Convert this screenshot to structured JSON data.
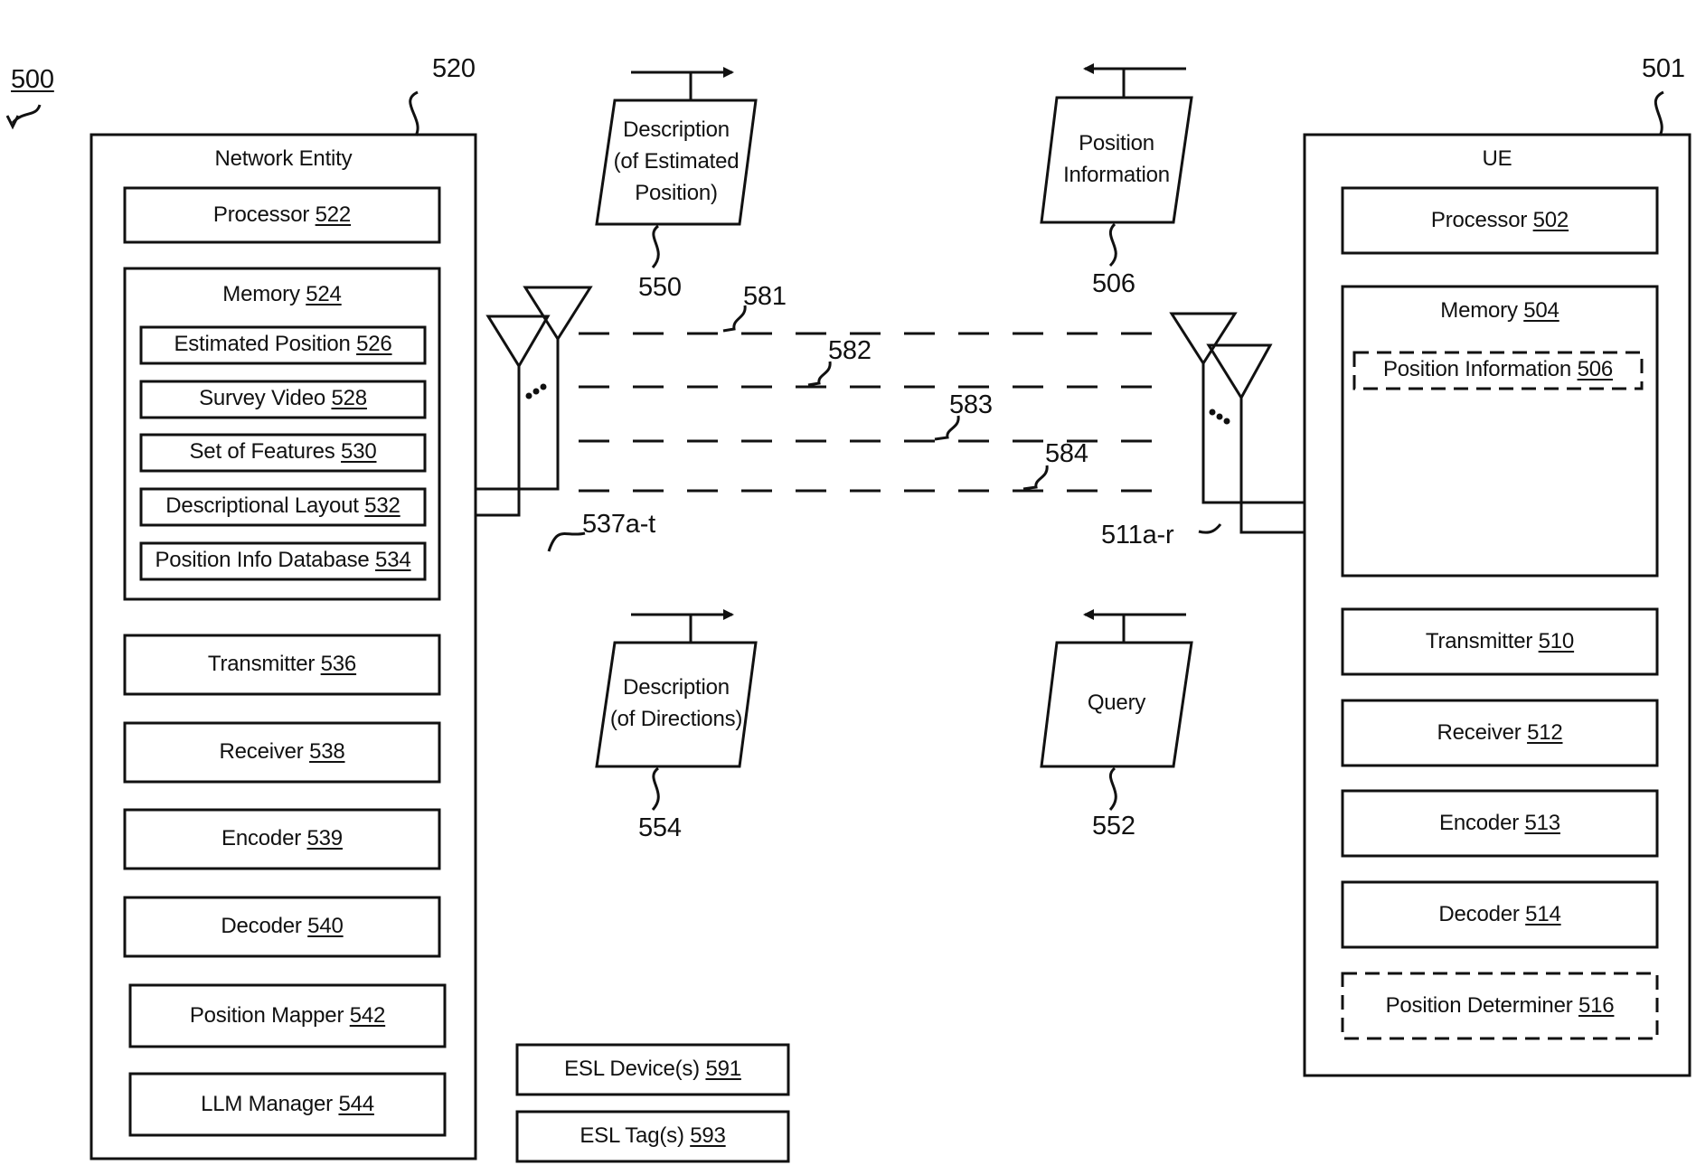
{
  "figure": {
    "ref": "500"
  },
  "network_entity": {
    "ref": "520",
    "title": "Network Entity",
    "processor": {
      "label": "Processor",
      "ref": "522"
    },
    "memory": {
      "label": "Memory",
      "ref": "524",
      "items": [
        {
          "label": "Estimated Position",
          "ref": "526"
        },
        {
          "label": "Survey Video",
          "ref": "528"
        },
        {
          "label": "Set of Features",
          "ref": "530"
        },
        {
          "label": "Descriptional Layout",
          "ref": "532"
        },
        {
          "label": "Position Info Database",
          "ref": "534"
        }
      ]
    },
    "transmitter": {
      "label": "Transmitter",
      "ref": "536"
    },
    "receiver": {
      "label": "Receiver",
      "ref": "538"
    },
    "encoder": {
      "label": "Encoder",
      "ref": "539"
    },
    "decoder": {
      "label": "Decoder",
      "ref": "540"
    },
    "position_mapper": {
      "label": "Position Mapper",
      "ref": "542"
    },
    "llm_manager": {
      "label": "LLM Manager",
      "ref": "544"
    },
    "antennas": "537a-t"
  },
  "ue": {
    "ref": "501",
    "title": "UE",
    "processor": {
      "label": "Processor",
      "ref": "502"
    },
    "memory": {
      "label": "Memory",
      "ref": "504",
      "position_information": {
        "label": "Position Information",
        "ref": "506"
      }
    },
    "transmitter": {
      "label": "Transmitter",
      "ref": "510"
    },
    "receiver": {
      "label": "Receiver",
      "ref": "512"
    },
    "encoder": {
      "label": "Encoder",
      "ref": "513"
    },
    "decoder": {
      "label": "Decoder",
      "ref": "514"
    },
    "position_determiner": {
      "label": "Position Determiner",
      "ref": "516"
    },
    "antennas": "511a-r"
  },
  "links": [
    "581",
    "582",
    "583",
    "584"
  ],
  "messages": {
    "description_position": {
      "lines": [
        "Description",
        "(of Estimated",
        "Position)"
      ],
      "ref": "550"
    },
    "position_information": {
      "lines": [
        "Position",
        "Information"
      ],
      "ref": "506"
    },
    "description_directions": {
      "lines": [
        "Description",
        "(of Directions)"
      ],
      "ref": "554"
    },
    "query": {
      "lines": [
        "Query"
      ],
      "ref": "552"
    }
  },
  "esl": {
    "devices": {
      "label": "ESL Device(s)",
      "ref": "591"
    },
    "tags": {
      "label": "ESL Tag(s)",
      "ref": "593"
    }
  }
}
